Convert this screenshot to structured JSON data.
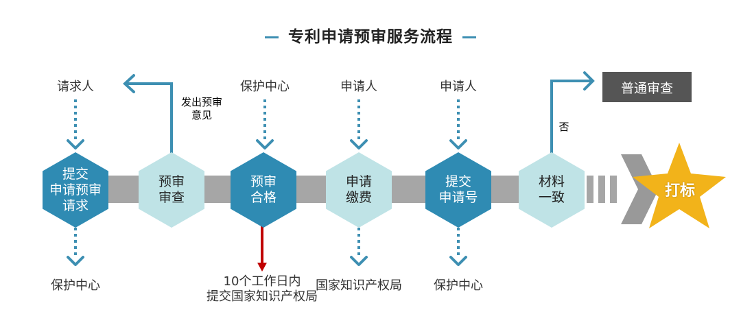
{
  "title": "专利申请预审服务流程",
  "steps": [
    {
      "text": "提交\n申请预审\n请求",
      "style": "dark"
    },
    {
      "text": "预审\n审查",
      "style": "light"
    },
    {
      "text": "预审\n合格",
      "style": "dark"
    },
    {
      "text": "申请\n缴费",
      "style": "light"
    },
    {
      "text": "提交\n申请号",
      "style": "dark"
    },
    {
      "text": "材料\n一致",
      "style": "light"
    }
  ],
  "top_labels": [
    "请求人",
    "保护中心",
    "申请人",
    "申请人"
  ],
  "bottom_labels": [
    "保护中心",
    "10个工作日内\n提交国家知识产权局",
    "国家知识产权局",
    "保护中心"
  ],
  "feedback_label": "发出预审\n意见",
  "no_label": "否",
  "normal_review": "普通审查",
  "final_label": "打标",
  "colors": {
    "dark_hex": "#2f8bb3",
    "light_hex": "#bfe3e6",
    "arrow": "#3d8fb2",
    "bar": "#a6a6a6",
    "red_arrow": "#c00000",
    "star": "#f2b31a",
    "box": "#555555"
  }
}
